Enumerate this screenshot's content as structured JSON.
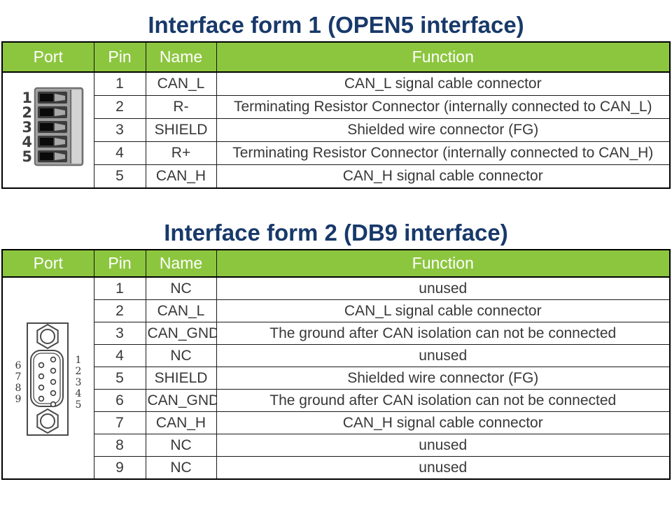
{
  "colors": {
    "header_bg": "#8cc63f",
    "header_text": "#ffffff",
    "title_text": "#18396a",
    "body_text": "#383838",
    "border": "#000000"
  },
  "tables": [
    {
      "title": "Interface form 1 (OPEN5 interface)",
      "columns": [
        "Port",
        "Pin",
        "Name",
        "Function"
      ],
      "port_image": "open5-terminal-block-illustration",
      "connector_labels": [
        "1",
        "2",
        "3",
        "4",
        "5"
      ],
      "rows": [
        {
          "pin": "1",
          "name": "CAN_L",
          "function": "CAN_L signal cable connector"
        },
        {
          "pin": "2",
          "name": "R-",
          "function": "Terminating Resistor Connector (internally connected to CAN_L)"
        },
        {
          "pin": "3",
          "name": "SHIELD",
          "function": "Shielded wire connector (FG)"
        },
        {
          "pin": "4",
          "name": "R+",
          "function": "Terminating Resistor Connector (internally connected to CAN_H)"
        },
        {
          "pin": "5",
          "name": "CAN_H",
          "function": "CAN_H signal cable connector"
        }
      ]
    },
    {
      "title": "Interface form 2 (DB9 interface)",
      "columns": [
        "Port",
        "Pin",
        "Name",
        "Function"
      ],
      "port_image": "db9-connector-illustration",
      "connector_labels_left": [
        "6",
        "7",
        "8",
        "9"
      ],
      "connector_labels_right": [
        "1",
        "2",
        "3",
        "4",
        "5"
      ],
      "rows": [
        {
          "pin": "1",
          "name": "NC",
          "function": "unused"
        },
        {
          "pin": "2",
          "name": "CAN_L",
          "function": "CAN_L signal cable connector"
        },
        {
          "pin": "3",
          "name": "CAN_GND",
          "function": "The ground after CAN isolation can not be connected"
        },
        {
          "pin": "4",
          "name": "NC",
          "function": "unused"
        },
        {
          "pin": "5",
          "name": "SHIELD",
          "function": "Shielded wire connector (FG)"
        },
        {
          "pin": "6",
          "name": "CAN_GND",
          "function": "The ground after CAN isolation can not be connected"
        },
        {
          "pin": "7",
          "name": "CAN_H",
          "function": "CAN_H signal cable connector"
        },
        {
          "pin": "8",
          "name": "NC",
          "function": "unused"
        },
        {
          "pin": "9",
          "name": "NC",
          "function": "unused"
        }
      ]
    }
  ]
}
